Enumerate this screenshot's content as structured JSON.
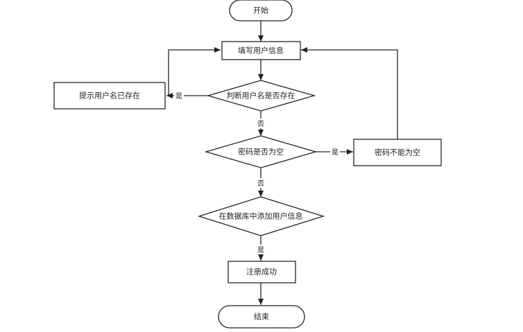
{
  "diagram": {
    "nodes": {
      "start": "开始",
      "fill_info": "填写用户信息",
      "check_username": "判断用户名是否存在",
      "username_exists": "提示用户名已存在",
      "check_password": "密码是否为空",
      "password_empty": "密码不能为空",
      "add_to_db": "在数据库中添加用户信息",
      "register_success": "注册成功",
      "end": "结束"
    },
    "edges": {
      "username_yes": "是",
      "username_no": "否",
      "password_yes": "是",
      "password_no": "否",
      "db_yes": "是"
    }
  }
}
